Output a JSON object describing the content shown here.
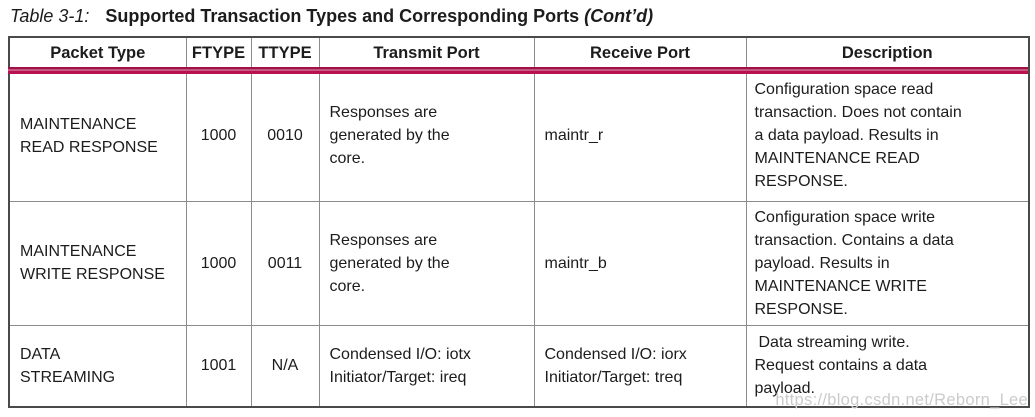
{
  "title": {
    "label": "Table 3-1:",
    "text": "Supported Transaction Types and Corresponding Ports",
    "contd": "(Cont’d)"
  },
  "table": {
    "columns": [
      "Packet Type",
      "FTYPE",
      "TTYPE",
      "Transmit Port",
      "Receive Port",
      "Description"
    ],
    "rows": [
      {
        "packet_type": "MAINTENANCE\nREAD RESPONSE",
        "ftype": "1000",
        "ttype": "0010",
        "transmit_port": "Responses are\ngenerated by the\ncore.",
        "receive_port": "maintr_r",
        "description": "Configuration space read\ntransaction. Does not contain\na data payload. Results in\nMAINTENANCE READ\nRESPONSE."
      },
      {
        "packet_type": "MAINTENANCE\nWRITE RESPONSE",
        "ftype": "1000",
        "ttype": "0011",
        "transmit_port": "Responses are\ngenerated by the\ncore.",
        "receive_port": "maintr_b",
        "description": "Configuration space write\ntransaction. Contains a data\npayload. Results in\nMAINTENANCE WRITE\nRESPONSE."
      },
      {
        "packet_type": "DATA\nSTREAMING",
        "ftype": "1001",
        "ttype": "N/A",
        "transmit_port": "Condensed I/O: iotx\nInitiator/Target: ireq",
        "receive_port": "Condensed I/O: iorx\nInitiator/Target: treq",
        "description": "Data streaming write.\nRequest contains a data\npayload."
      }
    ]
  },
  "watermark": {
    "text": "https://blog.csdn.net/Reborn_Lee"
  },
  "colors": {
    "accent_red": "#b81050",
    "border_outer": "#4a4a4a",
    "border_inner": "#8c8c8c",
    "watermark_gray": "#cbcbcb",
    "text": "#1c1c1c"
  }
}
